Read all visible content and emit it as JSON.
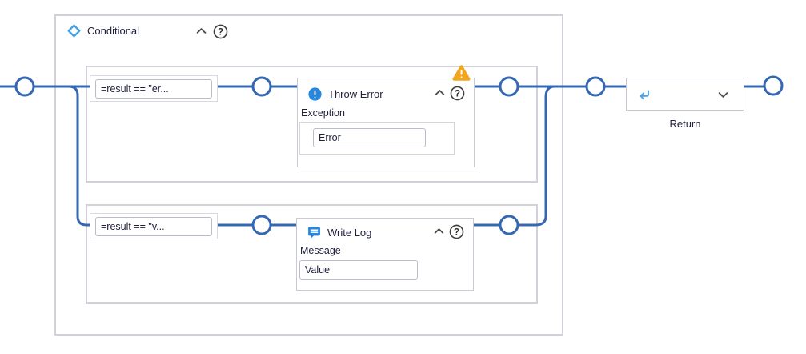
{
  "conditional": {
    "title": "Conditional"
  },
  "branches": [
    {
      "condition": "=result == \"er...",
      "node": {
        "title": "Throw Error",
        "icon": "error-exclamation-circle",
        "field_label": "Exception",
        "field_value": "Error",
        "warning": true
      }
    },
    {
      "condition": "=result == \"v...",
      "node": {
        "title": "Write Log",
        "icon": "speech-bubble",
        "field_label": "Message",
        "field_value": "Value",
        "warning": false
      }
    }
  ],
  "return_node": {
    "label": "Return",
    "icon": "return-arrow"
  },
  "glyphs": {
    "help": "?"
  },
  "colors": {
    "connector_blue": "#3468b2",
    "node_icon_blue": "#2687e0",
    "diamond_blue": "#41a1e6",
    "warning_amber": "#f2a51e",
    "frame_gray": "#d0d1d9",
    "text_navy": "#1f1f3e"
  }
}
